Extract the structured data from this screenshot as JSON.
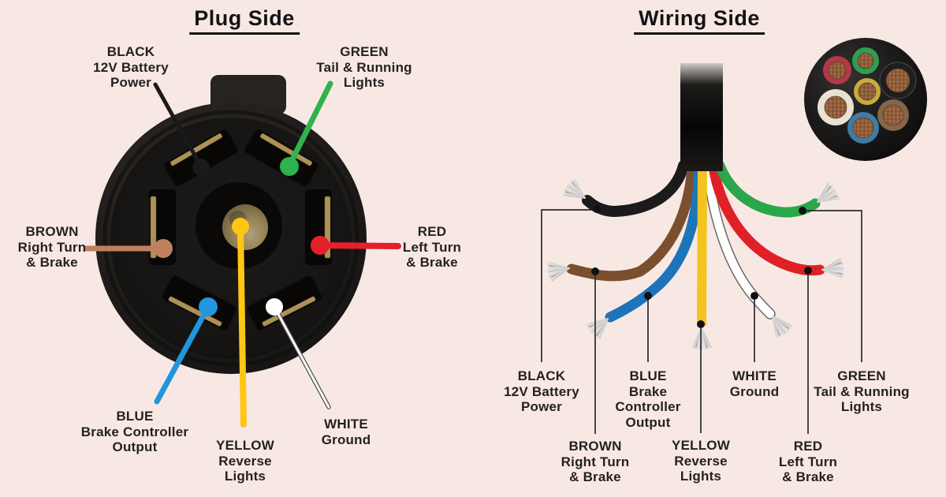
{
  "titles": {
    "plug": "Plug Side",
    "wiring": "Wiring Side"
  },
  "plug_labels": {
    "black": {
      "lines": [
        "BLACK",
        "12V Battery",
        "Power"
      ]
    },
    "green": {
      "lines": [
        "GREEN",
        "Tail & Running",
        "Lights"
      ]
    },
    "brown": {
      "lines": [
        "BROWN",
        "Right Turn",
        "& Brake"
      ]
    },
    "red": {
      "lines": [
        "RED",
        "Left Turn",
        "& Brake"
      ]
    },
    "blue": {
      "lines": [
        "BLUE",
        "Brake Controller",
        "Output"
      ]
    },
    "yellow": {
      "lines": [
        "YELLOW",
        "Reverse",
        "Lights"
      ]
    },
    "white": {
      "lines": [
        "WHITE",
        "Ground"
      ]
    }
  },
  "wiring_labels": {
    "black": {
      "lines": [
        "BLACK",
        "12V Battery",
        "Power"
      ]
    },
    "brown": {
      "lines": [
        "BROWN",
        "Right Turn",
        "& Brake"
      ]
    },
    "blue": {
      "lines": [
        "BLUE",
        "Brake",
        "Controller",
        "Output"
      ]
    },
    "yellow": {
      "lines": [
        "YELLOW",
        "Reverse",
        "Lights"
      ]
    },
    "white": {
      "lines": [
        "WHITE",
        "Ground"
      ]
    },
    "red": {
      "lines": [
        "RED",
        "Left Turn",
        "& Brake"
      ]
    },
    "green": {
      "lines": [
        "GREEN",
        "Tail & Running",
        "Lights"
      ]
    }
  },
  "plug_colors": {
    "black": "#1a1a1a",
    "green": "#2eb34d",
    "brown": "#c08060",
    "red": "#e6202a",
    "blue": "#2196dd",
    "yellow": "#ffc614",
    "white": "#ffffff"
  },
  "wire_colors": {
    "black": "#1b1b1b",
    "green": "#2aa74a",
    "brown": "#7a4f2e",
    "red": "#df2127",
    "blue": "#1e74ba",
    "yellow": "#f2c41d",
    "white": "#ffffff"
  },
  "cross_section_colors": {
    "jacket": "#151413",
    "red": "#b03a48",
    "green": "#2f9e52",
    "black": "#1e1e1e",
    "yellow": "#c4ad3e",
    "white": "#e9e2d4",
    "brown": "#85664a",
    "blue": "#3e7ca6",
    "copper": "#93603c"
  },
  "background": "#f8e8e4"
}
